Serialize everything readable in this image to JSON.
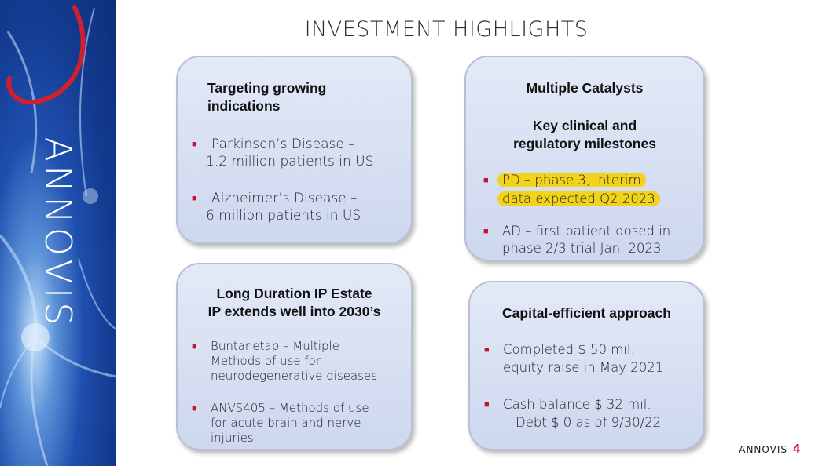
{
  "brand": {
    "name": "ANNOVIS"
  },
  "slide": {
    "title": "INVESTMENT HIGHLIGHTS",
    "page_number": "4"
  },
  "colors": {
    "accent": "#c4122f",
    "highlight": "#f2d21b",
    "card_fill": "#d6deef",
    "band": "#1f4fae"
  },
  "cards": [
    {
      "heading": [
        "Targeting growing",
        "indications"
      ],
      "items": [
        [
          "Parkinson’s Disease –",
          "1.2 million patients in US"
        ],
        [
          "Alzheimer’s Disease –",
          "6 million patients in US"
        ]
      ]
    },
    {
      "heading": [
        "Multiple Catalysts"
      ],
      "subheading": [
        "Key clinical and",
        "regulatory milestones"
      ],
      "items": [
        [
          "PD – phase 3, interim",
          "data expected Q2 2023"
        ],
        [
          "AD – first patient dosed in",
          "phase 2/3 trial Jan. 2023"
        ]
      ]
    },
    {
      "heading": [
        "Long Duration IP Estate",
        "IP extends well into 2030’s"
      ],
      "items": [
        [
          "Buntanetap – Multiple",
          "Methods of use for",
          "neurodegenerative diseases"
        ],
        [
          "ANVS405 – Methods of use",
          "for acute brain and nerve",
          "injuries"
        ]
      ]
    },
    {
      "heading": [
        "Capital-efficient approach"
      ],
      "items": [
        [
          "Completed $ 50 mil.",
          "equity raise in May 2021"
        ],
        [
          "Cash balance $ 32 mil.",
          "Debt $ 0 as of 9/30/22"
        ]
      ]
    }
  ]
}
